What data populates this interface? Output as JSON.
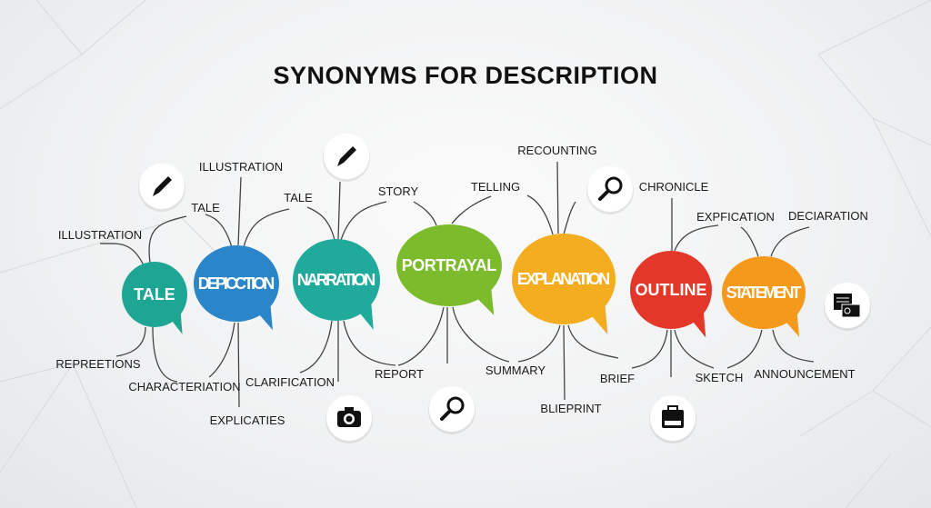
{
  "title": "SYNONYMS FOR DESCRIPTION",
  "bubbles": [
    {
      "label": "TALE",
      "color": "#1fa593"
    },
    {
      "label": "DEPICCTION",
      "color": "#2a86c8"
    },
    {
      "label": "NARRATION",
      "color": "#20aa9c"
    },
    {
      "label": "PORTRAYAL",
      "color": "#7cbb2c"
    },
    {
      "label": "EXPLANATION",
      "color": "#f4ad1e"
    },
    {
      "label": "OUTLINE",
      "color": "#e3372a"
    },
    {
      "label": "STATEMENT",
      "color": "#f39a1c"
    }
  ],
  "labels": [
    "ILLUSTRATION",
    "TALE",
    "ILLUSTRATION",
    "TALE",
    "STORY",
    "TELLING",
    "RECOUNTING",
    "CHRONICLE",
    "EXPFICATION",
    "DECIARATION",
    "REPREETIONS",
    "CHARACTERIATION",
    "EXPLICATIES",
    "CLARIFICATION",
    "REPORT",
    "SUMMARY",
    "BLIEPRINT",
    "BRIEF",
    "SKETCH",
    "ANNOUNCEMENT"
  ],
  "icons": [
    "pen-icon",
    "pen-icon",
    "magnifier-icon",
    "camera-icon",
    "magnifier-icon",
    "briefcase-icon",
    "cards-icon"
  ]
}
